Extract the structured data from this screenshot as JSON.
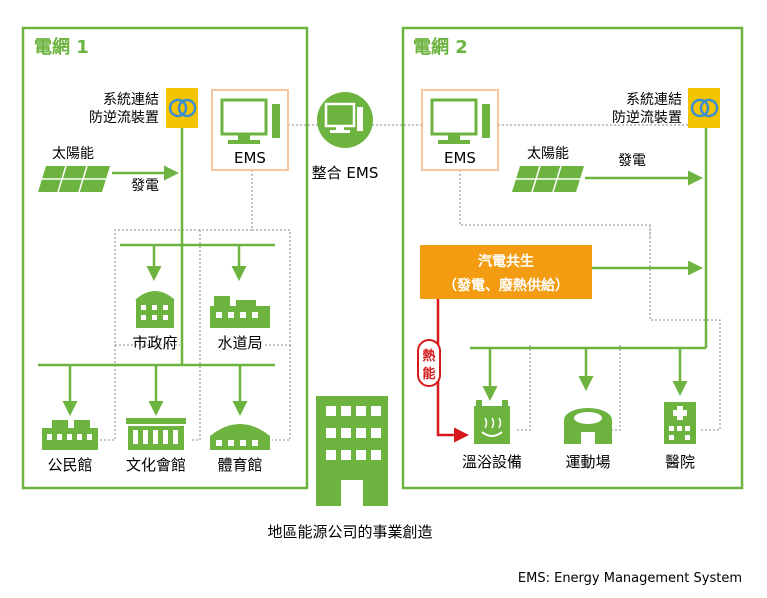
{
  "grid1": {
    "title": "電網 1"
  },
  "grid2": {
    "title": "電網 2"
  },
  "device_label": {
    "line1": "系統連結",
    "line2": "防逆流裝置"
  },
  "solar": {
    "label": "太陽能",
    "gen_label": "發電"
  },
  "ems_label": "EMS",
  "integrated_ems_label": "整合 EMS",
  "buildings": {
    "city_hall": "市政府",
    "water_bureau": "水道局",
    "community_hall": "公民館",
    "culture_hall": "文化會館",
    "gymnasium": "體育館",
    "bath": "溫浴設備",
    "sports_field": "運動場",
    "hospital": "醫院"
  },
  "cogen": {
    "line1": "汽電共生",
    "line2": "（發電、廢熱供給）"
  },
  "heat_label": [
    "熱",
    "能"
  ],
  "company_caption": "地區能源公司的事業創造",
  "footnote": "EMS: Energy Management System",
  "colors": {
    "green": "#6db33f",
    "orange": "#f39c12",
    "red": "#d7191c",
    "grid_border": "#6db33f",
    "ems_border": "#f5c6a0"
  }
}
